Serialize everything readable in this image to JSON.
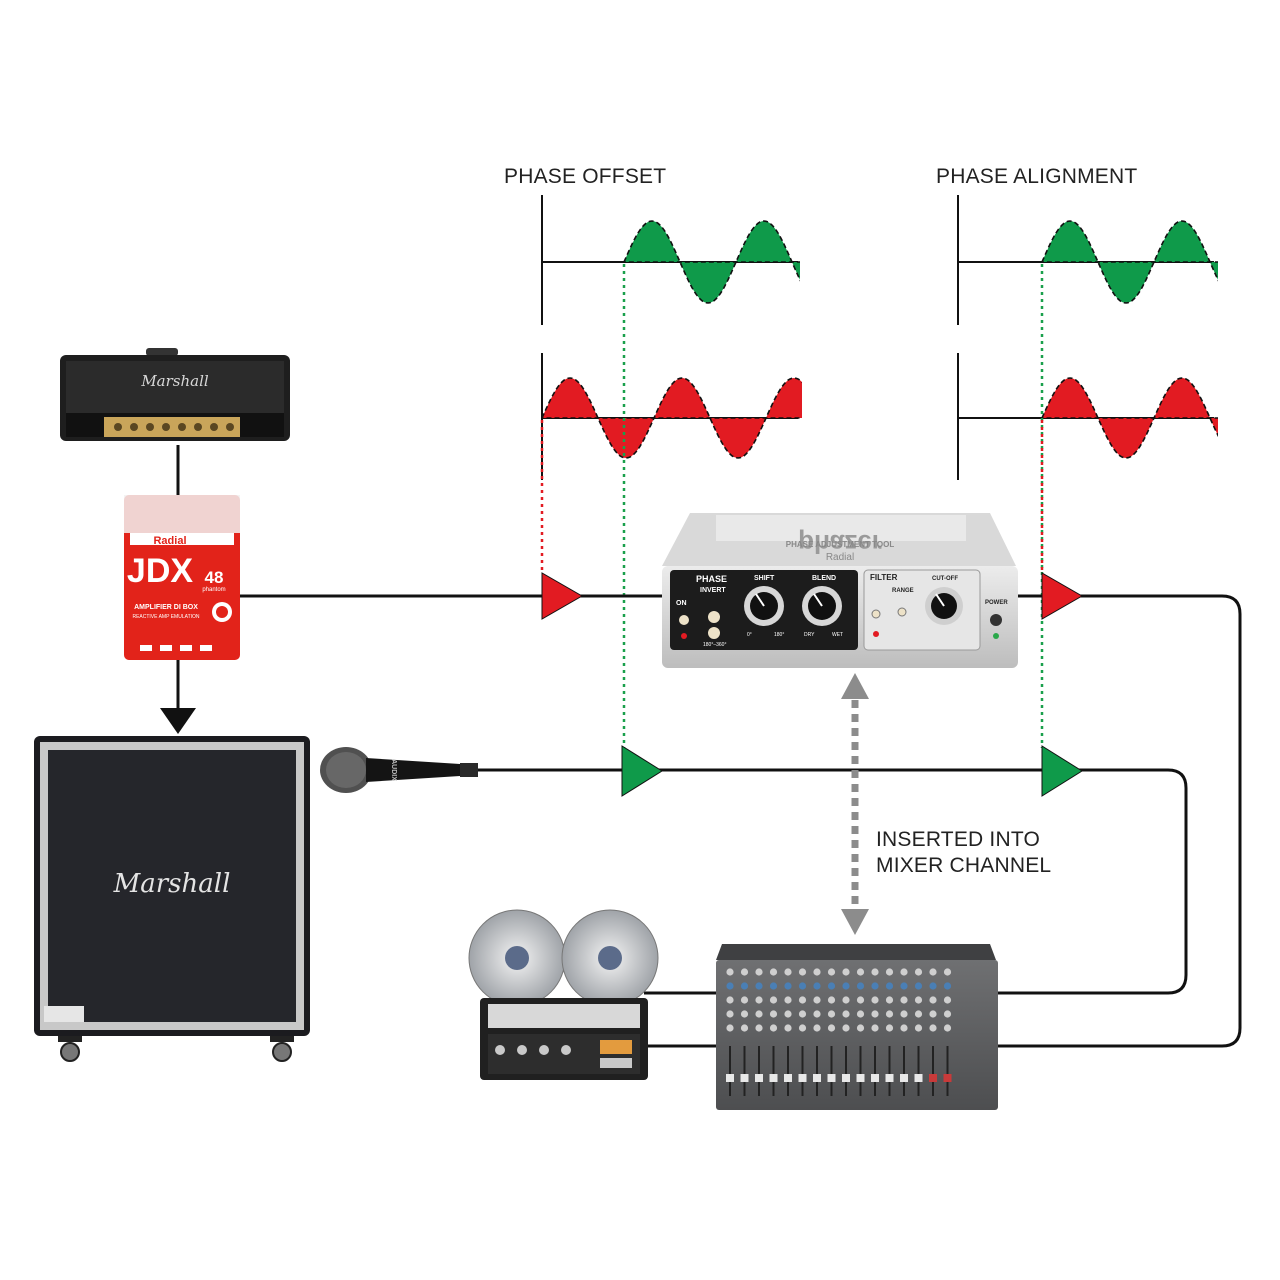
{
  "labels": {
    "phase_offset": "PHASE OFFSET",
    "phase_alignment": "PHASE ALIGNMENT",
    "inserted_line1": "INSERTED INTO",
    "inserted_line2": "MIXER CHANNEL"
  },
  "devices": {
    "amp_head": {
      "brand": "Marshall"
    },
    "cabinet": {
      "brand": "Marshall"
    },
    "di_box": {
      "brand": "Radial",
      "model": "JDX",
      "number": "48",
      "sub": "phantom",
      "line1": "AMPLIFIER DI BOX",
      "line2": "REACTIVE AMP EMULATION"
    },
    "phazer": {
      "name": "phazer",
      "subtitle": "PHASE ADJUSTMENT TOOL",
      "brand": "Radial",
      "phase_label": "PHASE",
      "invert_label": "INVERT",
      "on_label": "ON",
      "shift_label": "SHIFT",
      "blend_label": "BLEND",
      "shift_min": "0°",
      "shift_max": "180°",
      "blend_min": "DRY",
      "blend_max": "WET",
      "filter_label": "FILTER",
      "range_label": "RANGE",
      "cutoff_label": "CUT-OFF",
      "power_label": "POWER",
      "invert_range": "180°–360°"
    },
    "mic": {
      "brand": "AUDIX"
    }
  },
  "colors": {
    "green": "#0f9a4a",
    "red": "#e21b22",
    "line": "#111111",
    "green_dotted": "#1aa04c",
    "red_dotted": "#e21b22",
    "arrow_gray": "#8c8c8c"
  }
}
